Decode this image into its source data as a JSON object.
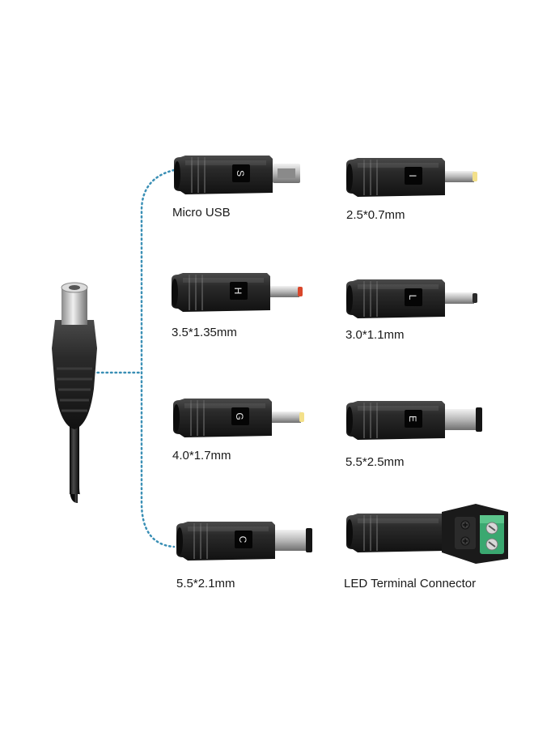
{
  "colors": {
    "background": "#ffffff",
    "dotted_line": "#3a8fb5",
    "plug_body": "#1e1e1e",
    "plug_highlight": "#5a5a5a",
    "tip_gold": "#f3e08a",
    "tip_red": "#d9472b",
    "terminal_green": "#3aa870"
  },
  "adapters": [
    {
      "code": "S",
      "label": "Micro USB",
      "tip": "micro-usb"
    },
    {
      "code": "I",
      "label": "2.5*0.7mm",
      "tip": "pin-gold"
    },
    {
      "code": "H",
      "label": "3.5*1.35mm",
      "tip": "pin-red"
    },
    {
      "code": "L",
      "label": "3.0*1.1mm",
      "tip": "pin-silver"
    },
    {
      "code": "G",
      "label": "4.0*1.7mm",
      "tip": "pin-gold"
    },
    {
      "code": "E",
      "label": "5.5*2.5mm",
      "tip": "barrel"
    },
    {
      "code": "C",
      "label": "5.5*2.1mm",
      "tip": "barrel"
    },
    {
      "code": "",
      "label": "LED Terminal Connector",
      "tip": "terminal-block"
    }
  ]
}
